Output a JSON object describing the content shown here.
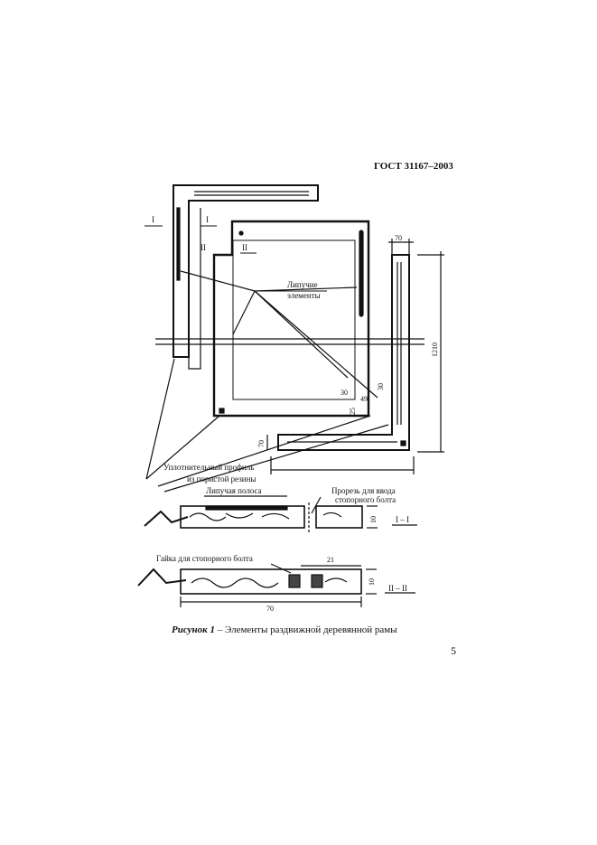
{
  "header": {
    "doc_code": "ГОСТ 31167–2003"
  },
  "figure": {
    "section_labels": {
      "s1_left": "I",
      "s1_right": "I",
      "s2_left": "II",
      "s2_right": "II"
    },
    "callouts": {
      "sticky_1": "Липучие",
      "sticky_2": "элементы",
      "seal_1": "Уплотнительный профиль",
      "seal_2": "из пористой резины",
      "sticky_strip": "Липучая полоса",
      "slot_1": "Прорезь для ввода",
      "slot_2": "стопорного болта",
      "nut": "Гайка для стопорного болта"
    },
    "dimensions": {
      "d70_top": "70",
      "d1210": "1210",
      "d30_a": "30",
      "d49": "49",
      "d30_b": "30",
      "d25": "25",
      "d70_left": "70",
      "d10_a": "10",
      "d10_b": "10",
      "d21": "21",
      "d70_bottom": "70"
    },
    "section_titles": {
      "sec1": "I – I",
      "sec2": "II – II"
    }
  },
  "caption": {
    "label": "Рисунок 1",
    "dash": " – ",
    "text": "Элементы раздвижной деревянной рамы"
  },
  "page_number": "5"
}
